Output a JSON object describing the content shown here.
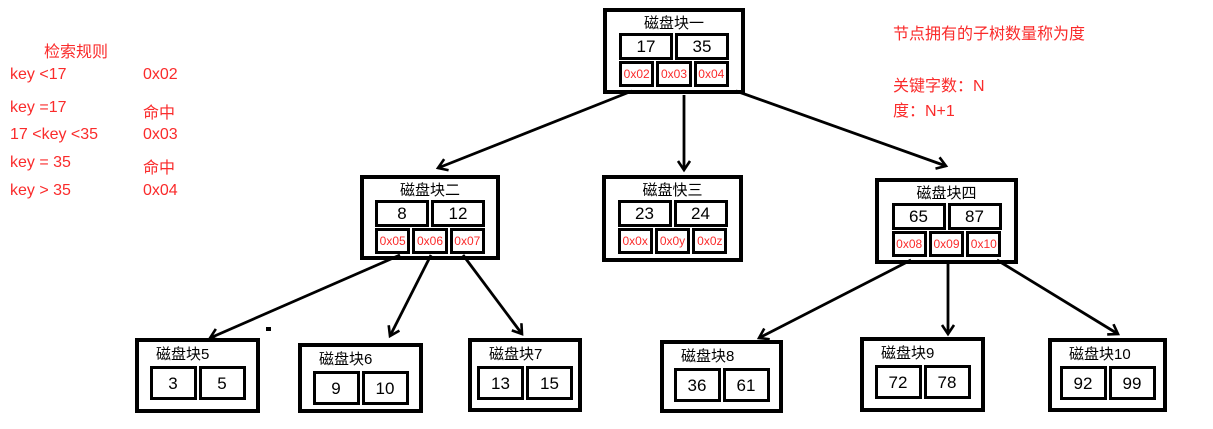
{
  "annotations": {
    "search_rules": {
      "title": "检索规则",
      "rows": [
        {
          "condition": "key <17",
          "result": "0x02"
        },
        {
          "condition": "key =17",
          "result": "命中"
        },
        {
          "condition": "17 <key <35",
          "result": "0x03"
        },
        {
          "condition": "key = 35",
          "result": "命中"
        },
        {
          "condition": "key > 35",
          "result": "0x04"
        }
      ]
    },
    "degree_note": {
      "line1": "节点拥有的子树数量称为度",
      "line2": "关键字数：N",
      "line3": "度：N+1"
    }
  },
  "tree": {
    "root": {
      "title": "磁盘块一",
      "keys": [
        "17",
        "35"
      ],
      "pointers": [
        "0x02",
        "0x03",
        "0x04"
      ]
    },
    "level2": [
      {
        "title": "磁盘块二",
        "keys": [
          "8",
          "12"
        ],
        "pointers": [
          "0x05",
          "0x06",
          "0x07"
        ]
      },
      {
        "title": "磁盘快三",
        "keys": [
          "23",
          "24"
        ],
        "pointers": [
          "0x0x",
          "0x0y",
          "0x0z"
        ]
      },
      {
        "title": "磁盘块四",
        "keys": [
          "65",
          "87"
        ],
        "pointers": [
          "0x08",
          "0x09",
          "0x10"
        ]
      }
    ],
    "leaves": [
      {
        "title": "磁盘块5",
        "keys": [
          "3",
          "5"
        ]
      },
      {
        "title": "磁盘块6",
        "keys": [
          "9",
          "10"
        ]
      },
      {
        "title": "磁盘块7",
        "keys": [
          "13",
          "15"
        ]
      },
      {
        "title": "磁盘块8",
        "keys": [
          "36",
          "61"
        ]
      },
      {
        "title": "磁盘块9",
        "keys": [
          "72",
          "78"
        ]
      },
      {
        "title": "磁盘块10",
        "keys": [
          "92",
          "99"
        ]
      }
    ],
    "edges": [
      {
        "from": "磁盘块一",
        "to": "磁盘块二"
      },
      {
        "from": "磁盘块一",
        "to": "磁盘快三"
      },
      {
        "from": "磁盘块一",
        "to": "磁盘块四"
      },
      {
        "from": "磁盘块二",
        "to": "磁盘块5"
      },
      {
        "from": "磁盘块二",
        "to": "磁盘块6"
      },
      {
        "from": "磁盘块二",
        "to": "磁盘块7"
      },
      {
        "from": "磁盘块四",
        "to": "磁盘块8"
      },
      {
        "from": "磁盘块四",
        "to": "磁盘块9"
      },
      {
        "from": "磁盘块四",
        "to": "磁盘块10"
      }
    ]
  },
  "colors": {
    "line": "#000000",
    "annotation_red": "#fa2b2b",
    "pointer_text": "#fa2b2b",
    "key_text": "#000000",
    "background": "#ffffff"
  }
}
